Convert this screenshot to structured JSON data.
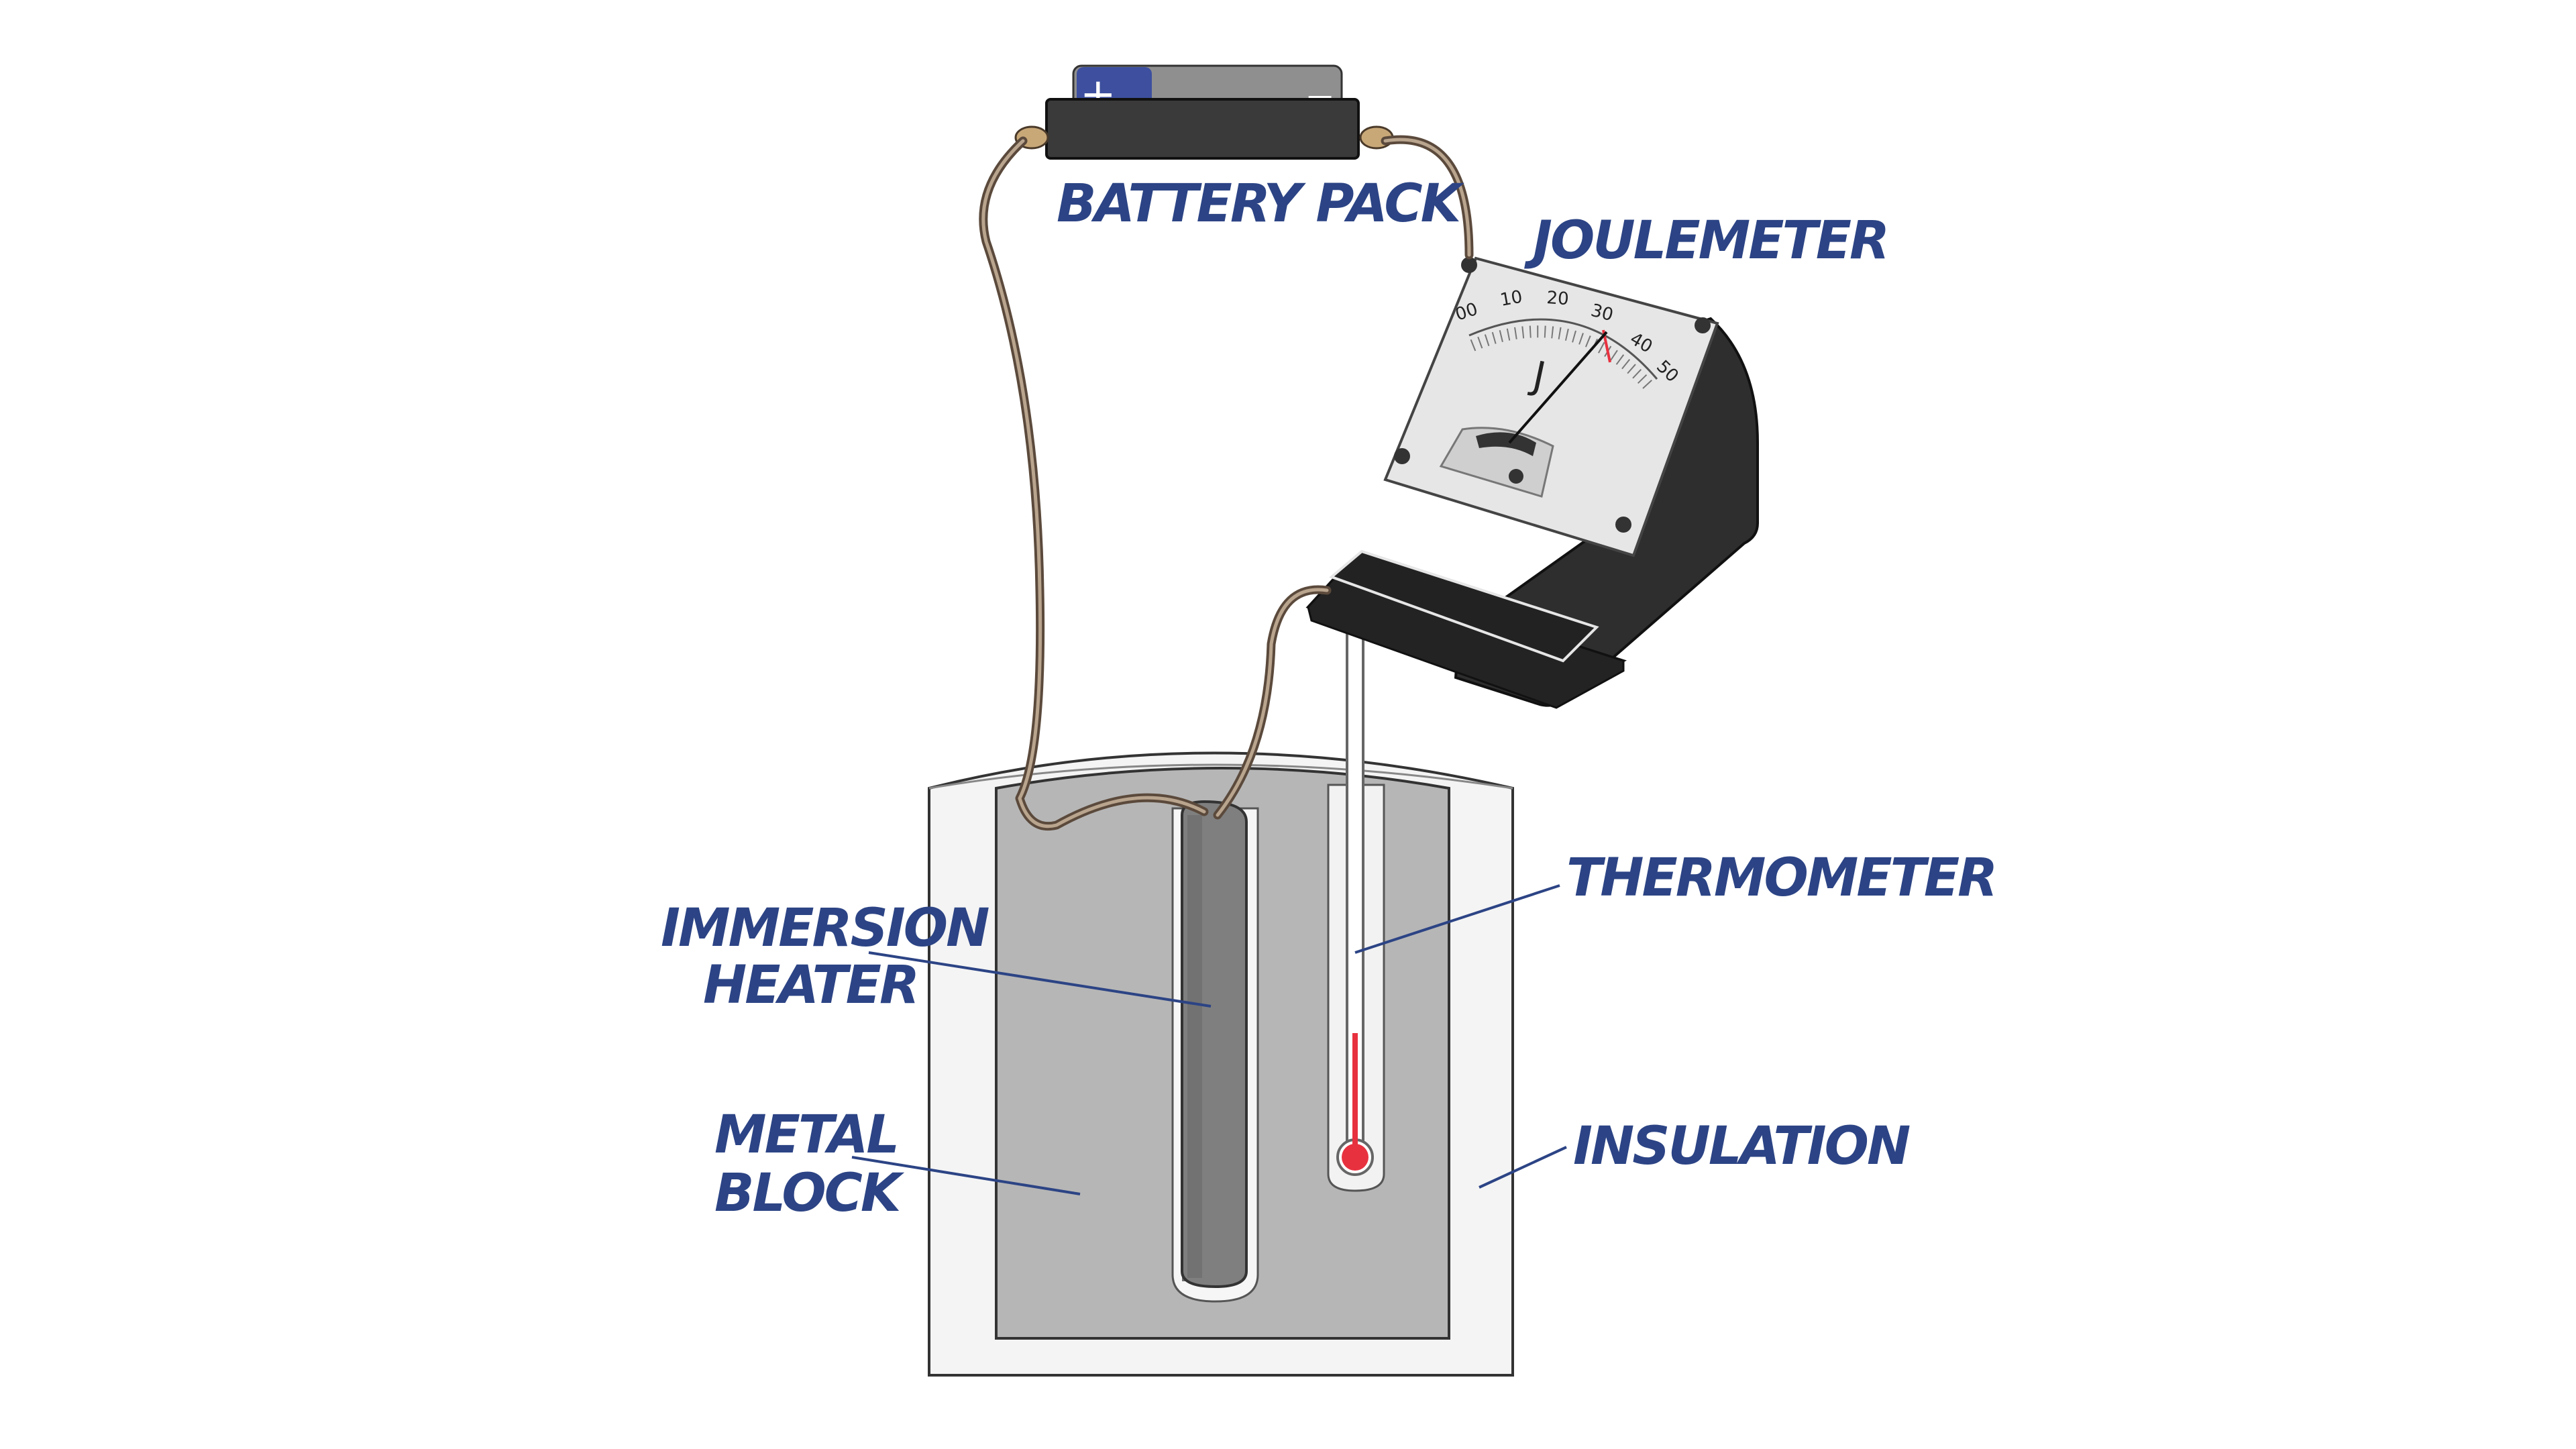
{
  "labels": {
    "battery_pack": "BATTERY PACK",
    "joulemeter": "JOULEMETER",
    "thermometer": "THERMOMETER",
    "immersion_heater_line1": "IMMERSION",
    "immersion_heater_line2": "HEATER",
    "metal_block_line1": "METAL",
    "metal_block_line2": "BLOCK",
    "insulation": "INSULATION"
  },
  "battery": {
    "plus_symbol": "+",
    "minus_symbol": "−"
  },
  "joulemeter": {
    "unit": "J",
    "scale_labels": [
      "00",
      "10",
      "20",
      "30",
      "40",
      "50"
    ],
    "scale_max": 50,
    "needle_value": 33
  },
  "colors": {
    "label_blue": "#2c4485",
    "metal_block": "#b6b6b6",
    "insulation": "#f4f4f4",
    "heater": "#7f7f7f",
    "thermometer_liquid": "#e8313f",
    "meter_body": "#2e2e2e",
    "battery_blue": "#3d4f9e"
  }
}
